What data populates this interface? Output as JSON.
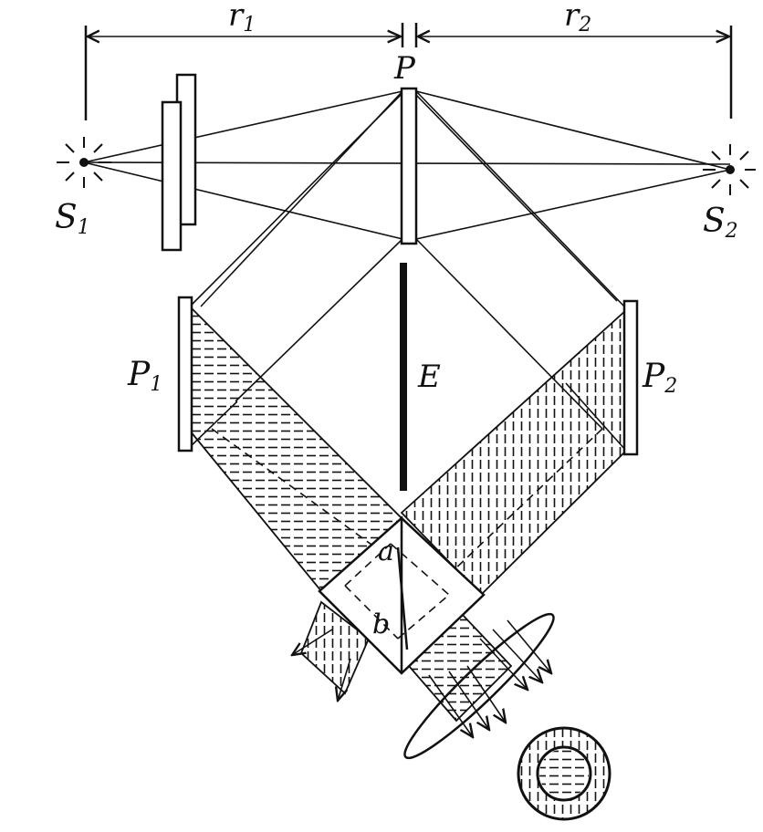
{
  "labels": {
    "r1": "r",
    "r1_sub": "1",
    "r2": "r",
    "r2_sub": "2",
    "P": "P",
    "S1": "S",
    "S1_sub": "1",
    "S2": "S",
    "S2_sub": "2",
    "P1": "P",
    "P1_sub": "1",
    "P2": "P",
    "P2_sub": "2",
    "E": "E",
    "a": "a",
    "b": "b"
  }
}
